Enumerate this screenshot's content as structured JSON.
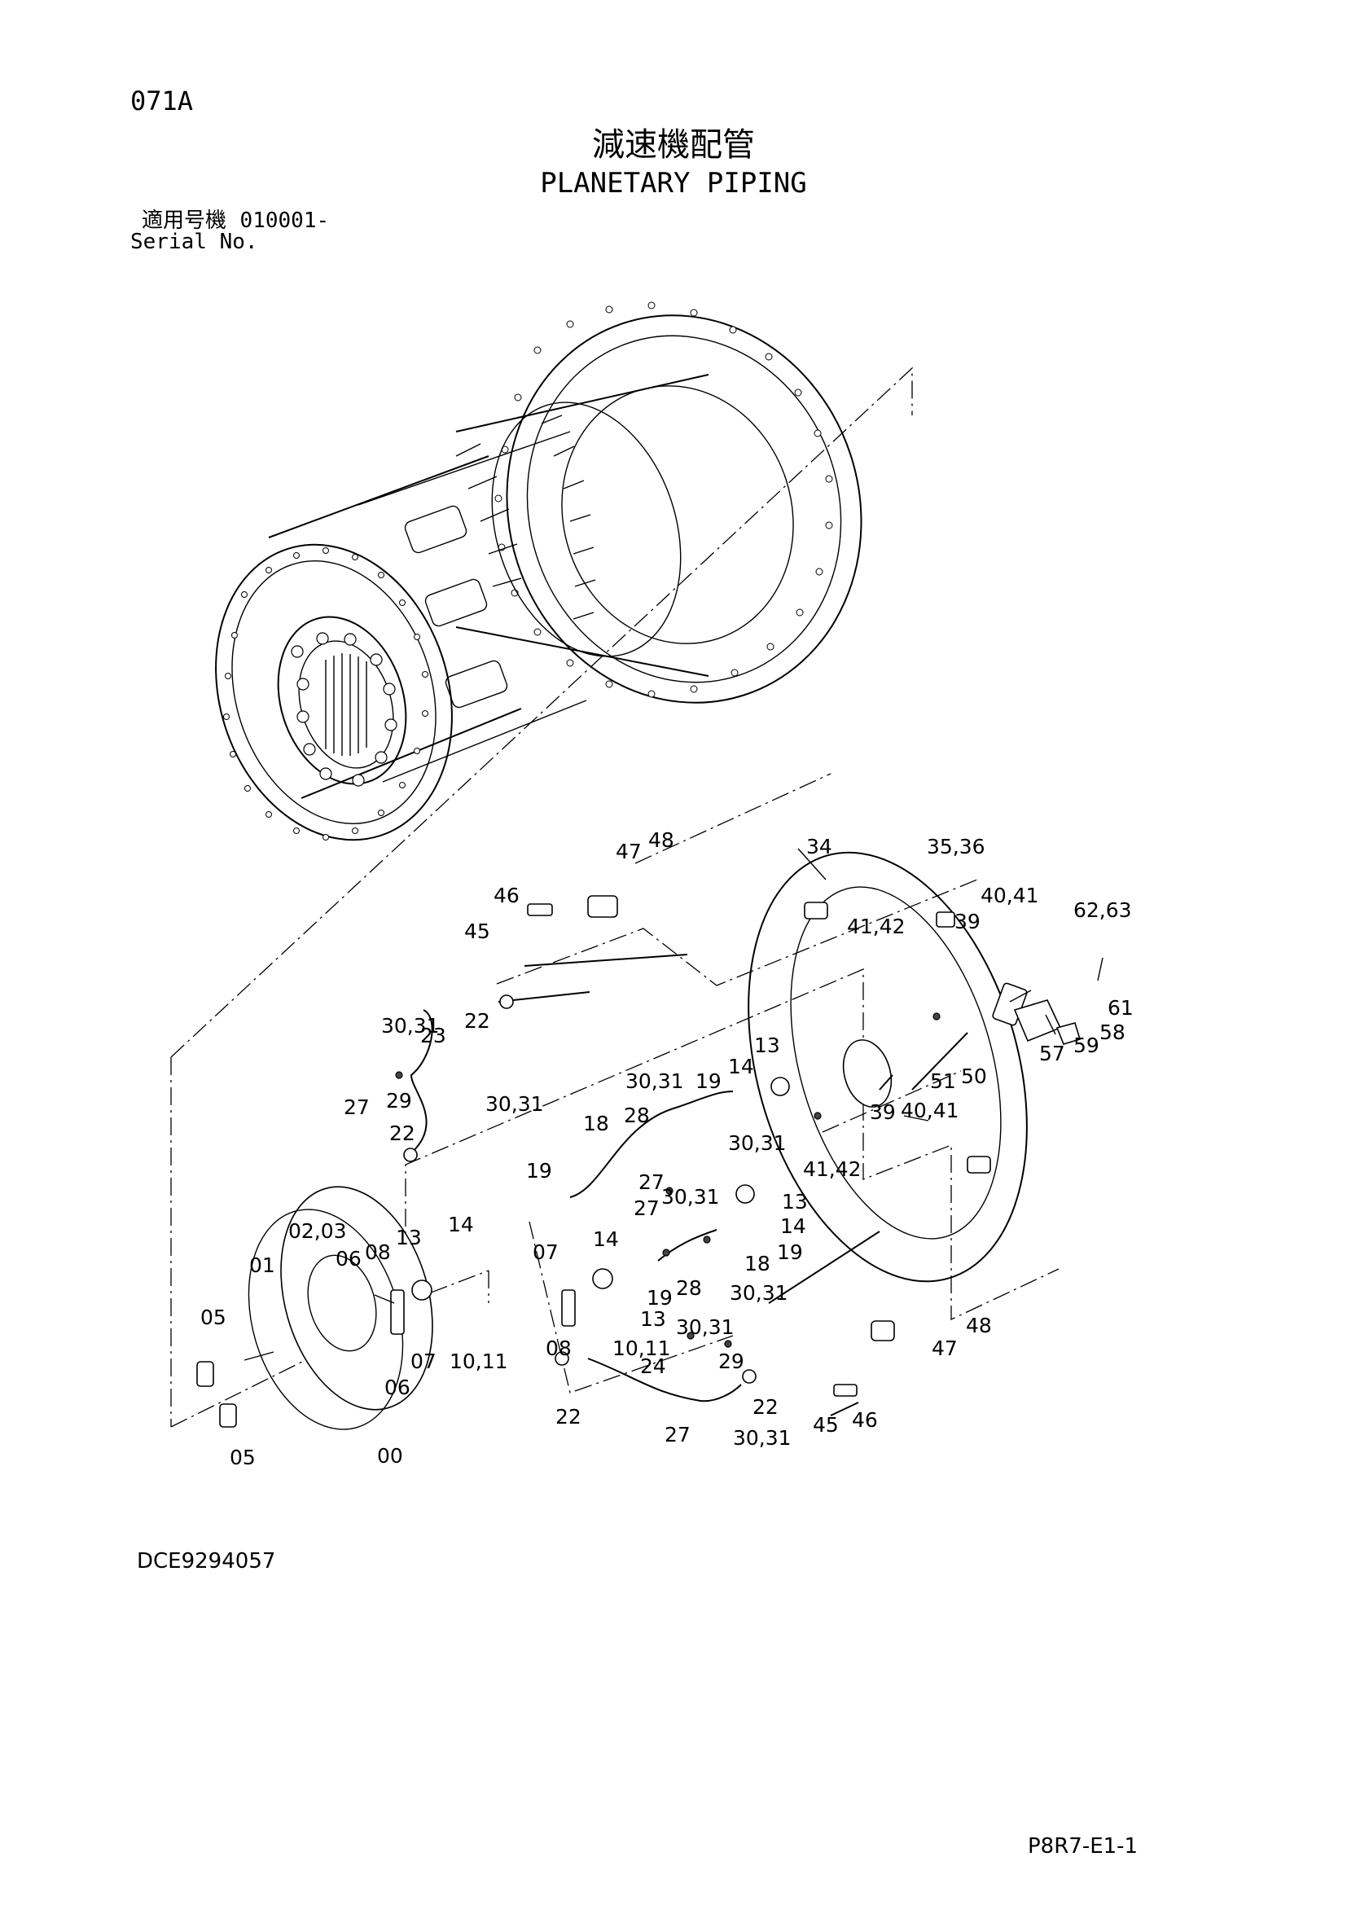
{
  "header": {
    "page_code": "071A",
    "title_jp": "減速機配管",
    "title_en": "PLANETARY PIPING",
    "serial_label_jp": "適用号機",
    "serial_from": "010001-",
    "serial_label_en": "Serial No."
  },
  "footer": {
    "doc_code": "DCE9294057",
    "page_ref": "P8R7-E1-1"
  },
  "callouts": {
    "c00": "00",
    "c01": "01",
    "c0203": "02,03",
    "c05a": "05",
    "c05b": "05",
    "c06a": "06",
    "c06b": "06",
    "c07a": "07",
    "c07b": "07",
    "c08a": "08",
    "c08b": "08",
    "c1011a": "10,11",
    "c1011b": "10,11",
    "c13a": "13",
    "c13b": "13",
    "c13c": "13",
    "c13d": "13",
    "c14a": "14",
    "c14b": "14",
    "c14c": "14",
    "c14d": "14",
    "c18a": "18",
    "c18b": "18",
    "c19a": "19",
    "c19b": "19",
    "c19c": "19",
    "c19d": "19",
    "c22a": "22",
    "c22b": "22",
    "c22c": "22",
    "c22d": "22",
    "c23": "23",
    "c24": "24",
    "c27a": "27",
    "c27b": "27",
    "c27c": "27",
    "c27d": "27",
    "c28a": "28",
    "c28b": "28",
    "c29a": "29",
    "c29b": "29",
    "c3031a": "30,31",
    "c3031b": "30,31",
    "c3031c": "30,31",
    "c3031d": "30,31",
    "c3031e": "30,31",
    "c3031f": "30,31",
    "c3031g": "30,31",
    "c3031h": "30,31",
    "c34": "34",
    "c3536": "35,36",
    "c39a": "39",
    "c39b": "39",
    "c4041a": "40,41",
    "c4041b": "40,41",
    "c4142a": "41,42",
    "c4142b": "41,42",
    "c45a": "45",
    "c45b": "45",
    "c46a": "46",
    "c46b": "46",
    "c47a": "47",
    "c47b": "47",
    "c48a": "48",
    "c48b": "48",
    "c50": "50",
    "c51": "51",
    "c57": "57",
    "c58": "58",
    "c59": "59",
    "c61": "61",
    "c6263": "62,63"
  }
}
